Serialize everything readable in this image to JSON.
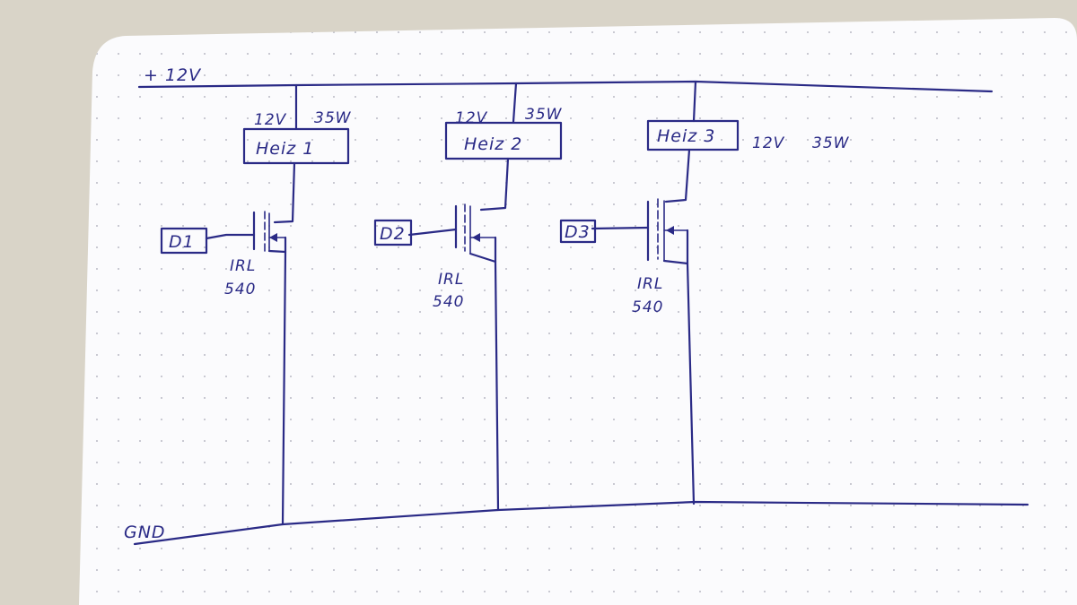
{
  "supply_label": "+ 12V",
  "ground_label": "GND",
  "branches": [
    {
      "heater": "Heiz 1",
      "voltage": "12V",
      "power": "35W",
      "input": "D1",
      "part_line1": "IRL",
      "part_line2": "540"
    },
    {
      "heater": "Heiz 2",
      "voltage": "12V",
      "power": "35W",
      "input": "D2",
      "part_line1": "IRL",
      "part_line2": "540"
    },
    {
      "heater": "Heiz 3",
      "voltage": "12V",
      "power": "35W",
      "input": "D3",
      "part_line1": "IRL",
      "part_line2": "540"
    }
  ],
  "colors": {
    "ink": "#2a2a86",
    "paper": "#fbfbfd",
    "background": "#d9d4c8"
  }
}
